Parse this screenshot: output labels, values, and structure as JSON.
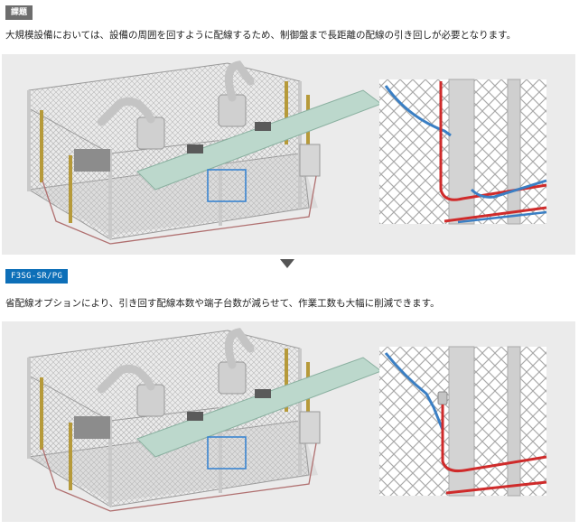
{
  "issue": {
    "tag": "課題",
    "text": "大規模設備においては、設備の周囲を回すように配線するため、制御盤まで長距離の配線の引き回しが必要となります。"
  },
  "solution": {
    "tag": "F3SG-SR/PG",
    "text": "省配線オプションにより、引き回す配線本数や端子台数が減らせて、作業工数も大幅に削減できます。"
  },
  "colors": {
    "tag_issue": "#6d6d6d",
    "tag_solution": "#0d6fb8",
    "panel_bg": "#ebebeb",
    "highlight_box": "#2f7fd0",
    "wire_red": "#cf2b2b",
    "wire_blue": "#3a7fc4",
    "arrow": "#555555"
  },
  "icons": {
    "down_arrow": "down-arrow-icon"
  }
}
